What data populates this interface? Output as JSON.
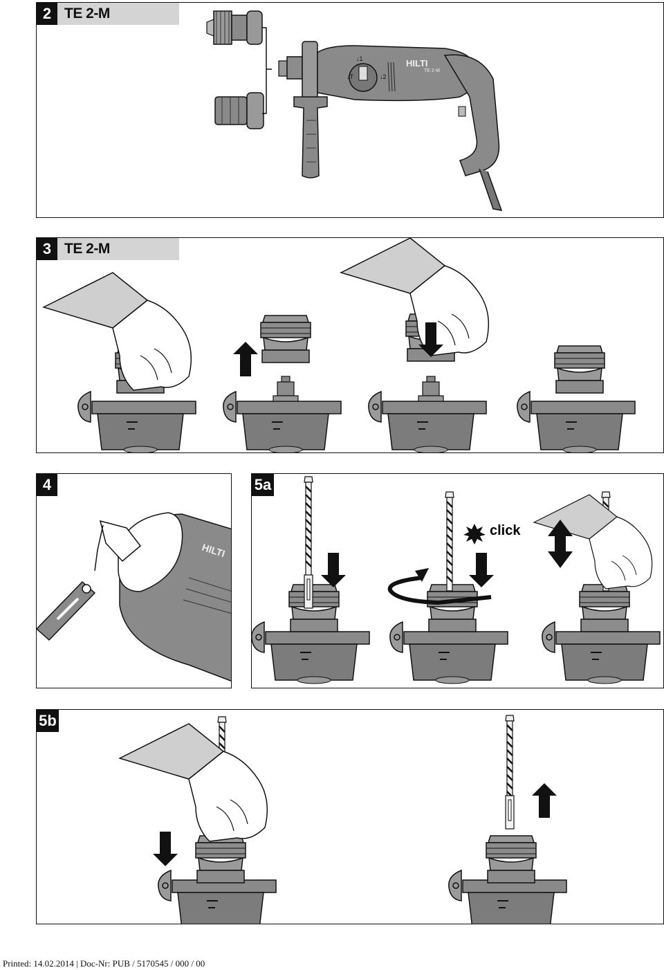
{
  "panels": [
    {
      "id": "2",
      "number": "2",
      "model": "TE 2-M"
    },
    {
      "id": "3",
      "number": "3",
      "model": "TE 2-M"
    },
    {
      "id": "4",
      "number": "4"
    },
    {
      "id": "5a",
      "number": "5a",
      "annotation": "click"
    },
    {
      "id": "5b",
      "number": "5b"
    }
  ],
  "drill_markings": {
    "brand": "HILTI",
    "model_badge": "TE 2-M"
  },
  "footer": {
    "text": "Printed: 14.02.2014 | Doc-Nr: PUB / 5170545 / 000 / 00"
  },
  "colors": {
    "line": "#111111",
    "tool_gray": "#8a8a8a",
    "glove": "#cfcfcf",
    "header_gray": "#d4d4d4"
  }
}
